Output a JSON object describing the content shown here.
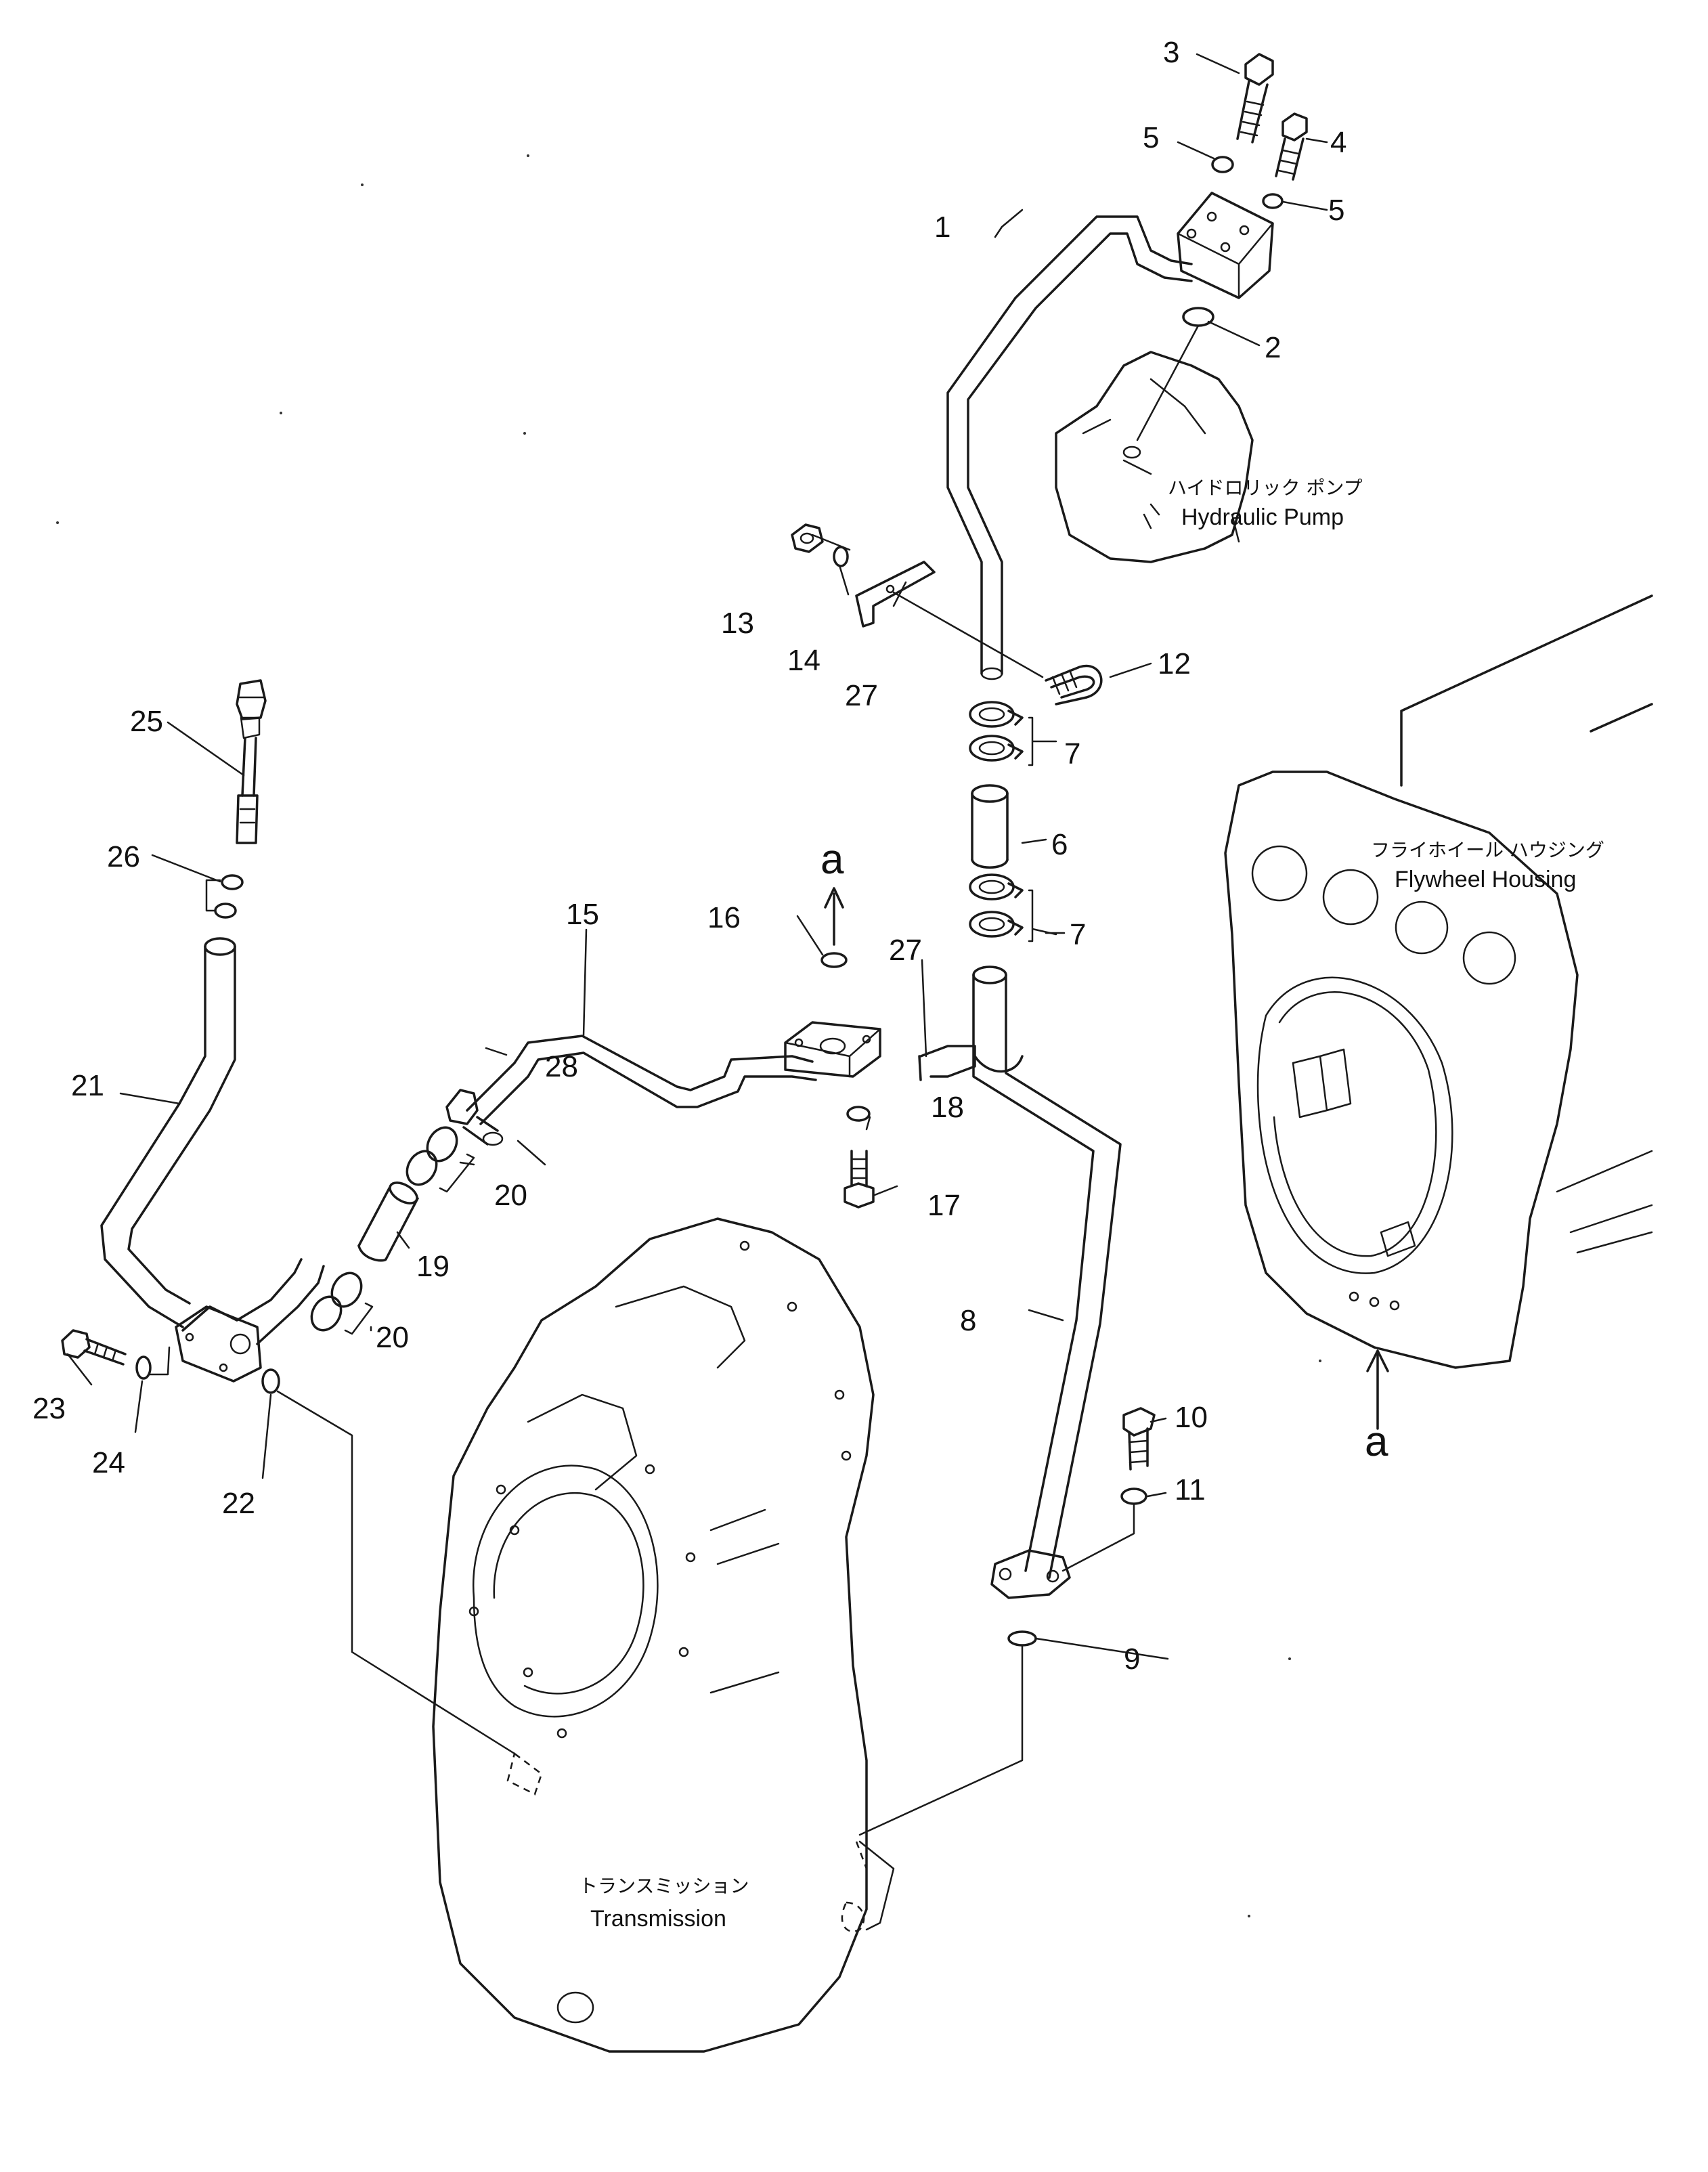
{
  "components": {
    "hydraulic_pump": {
      "label_jp": "ハイドロリック ポンプ",
      "label_en": "Hydraulic Pump"
    },
    "flywheel_housing": {
      "label_jp": "フライホイール ハウジング",
      "label_en": "Flywheel Housing"
    },
    "transmission": {
      "label_jp": "トランスミッション",
      "label_en": "Transmission"
    }
  },
  "reference_mark": "a",
  "part_numbers": {
    "p1": "1",
    "p2": "2",
    "p3": "3",
    "p4": "4",
    "p5a": "5",
    "p5b": "5",
    "p6": "6",
    "p7a": "7",
    "p7b": "7",
    "p8": "8",
    "p9": "9",
    "p10": "10",
    "p11": "11",
    "p12": "12",
    "p13": "13",
    "p14": "14",
    "p15": "15",
    "p16": "16",
    "p17": "17",
    "p18": "18",
    "p19": "19",
    "p20a": "20",
    "p20b": "20",
    "p21": "21",
    "p22": "22",
    "p23": "23",
    "p24": "24",
    "p25": "25",
    "p26": "26",
    "p27a": "27",
    "p27b": "27",
    "p28": "28"
  }
}
